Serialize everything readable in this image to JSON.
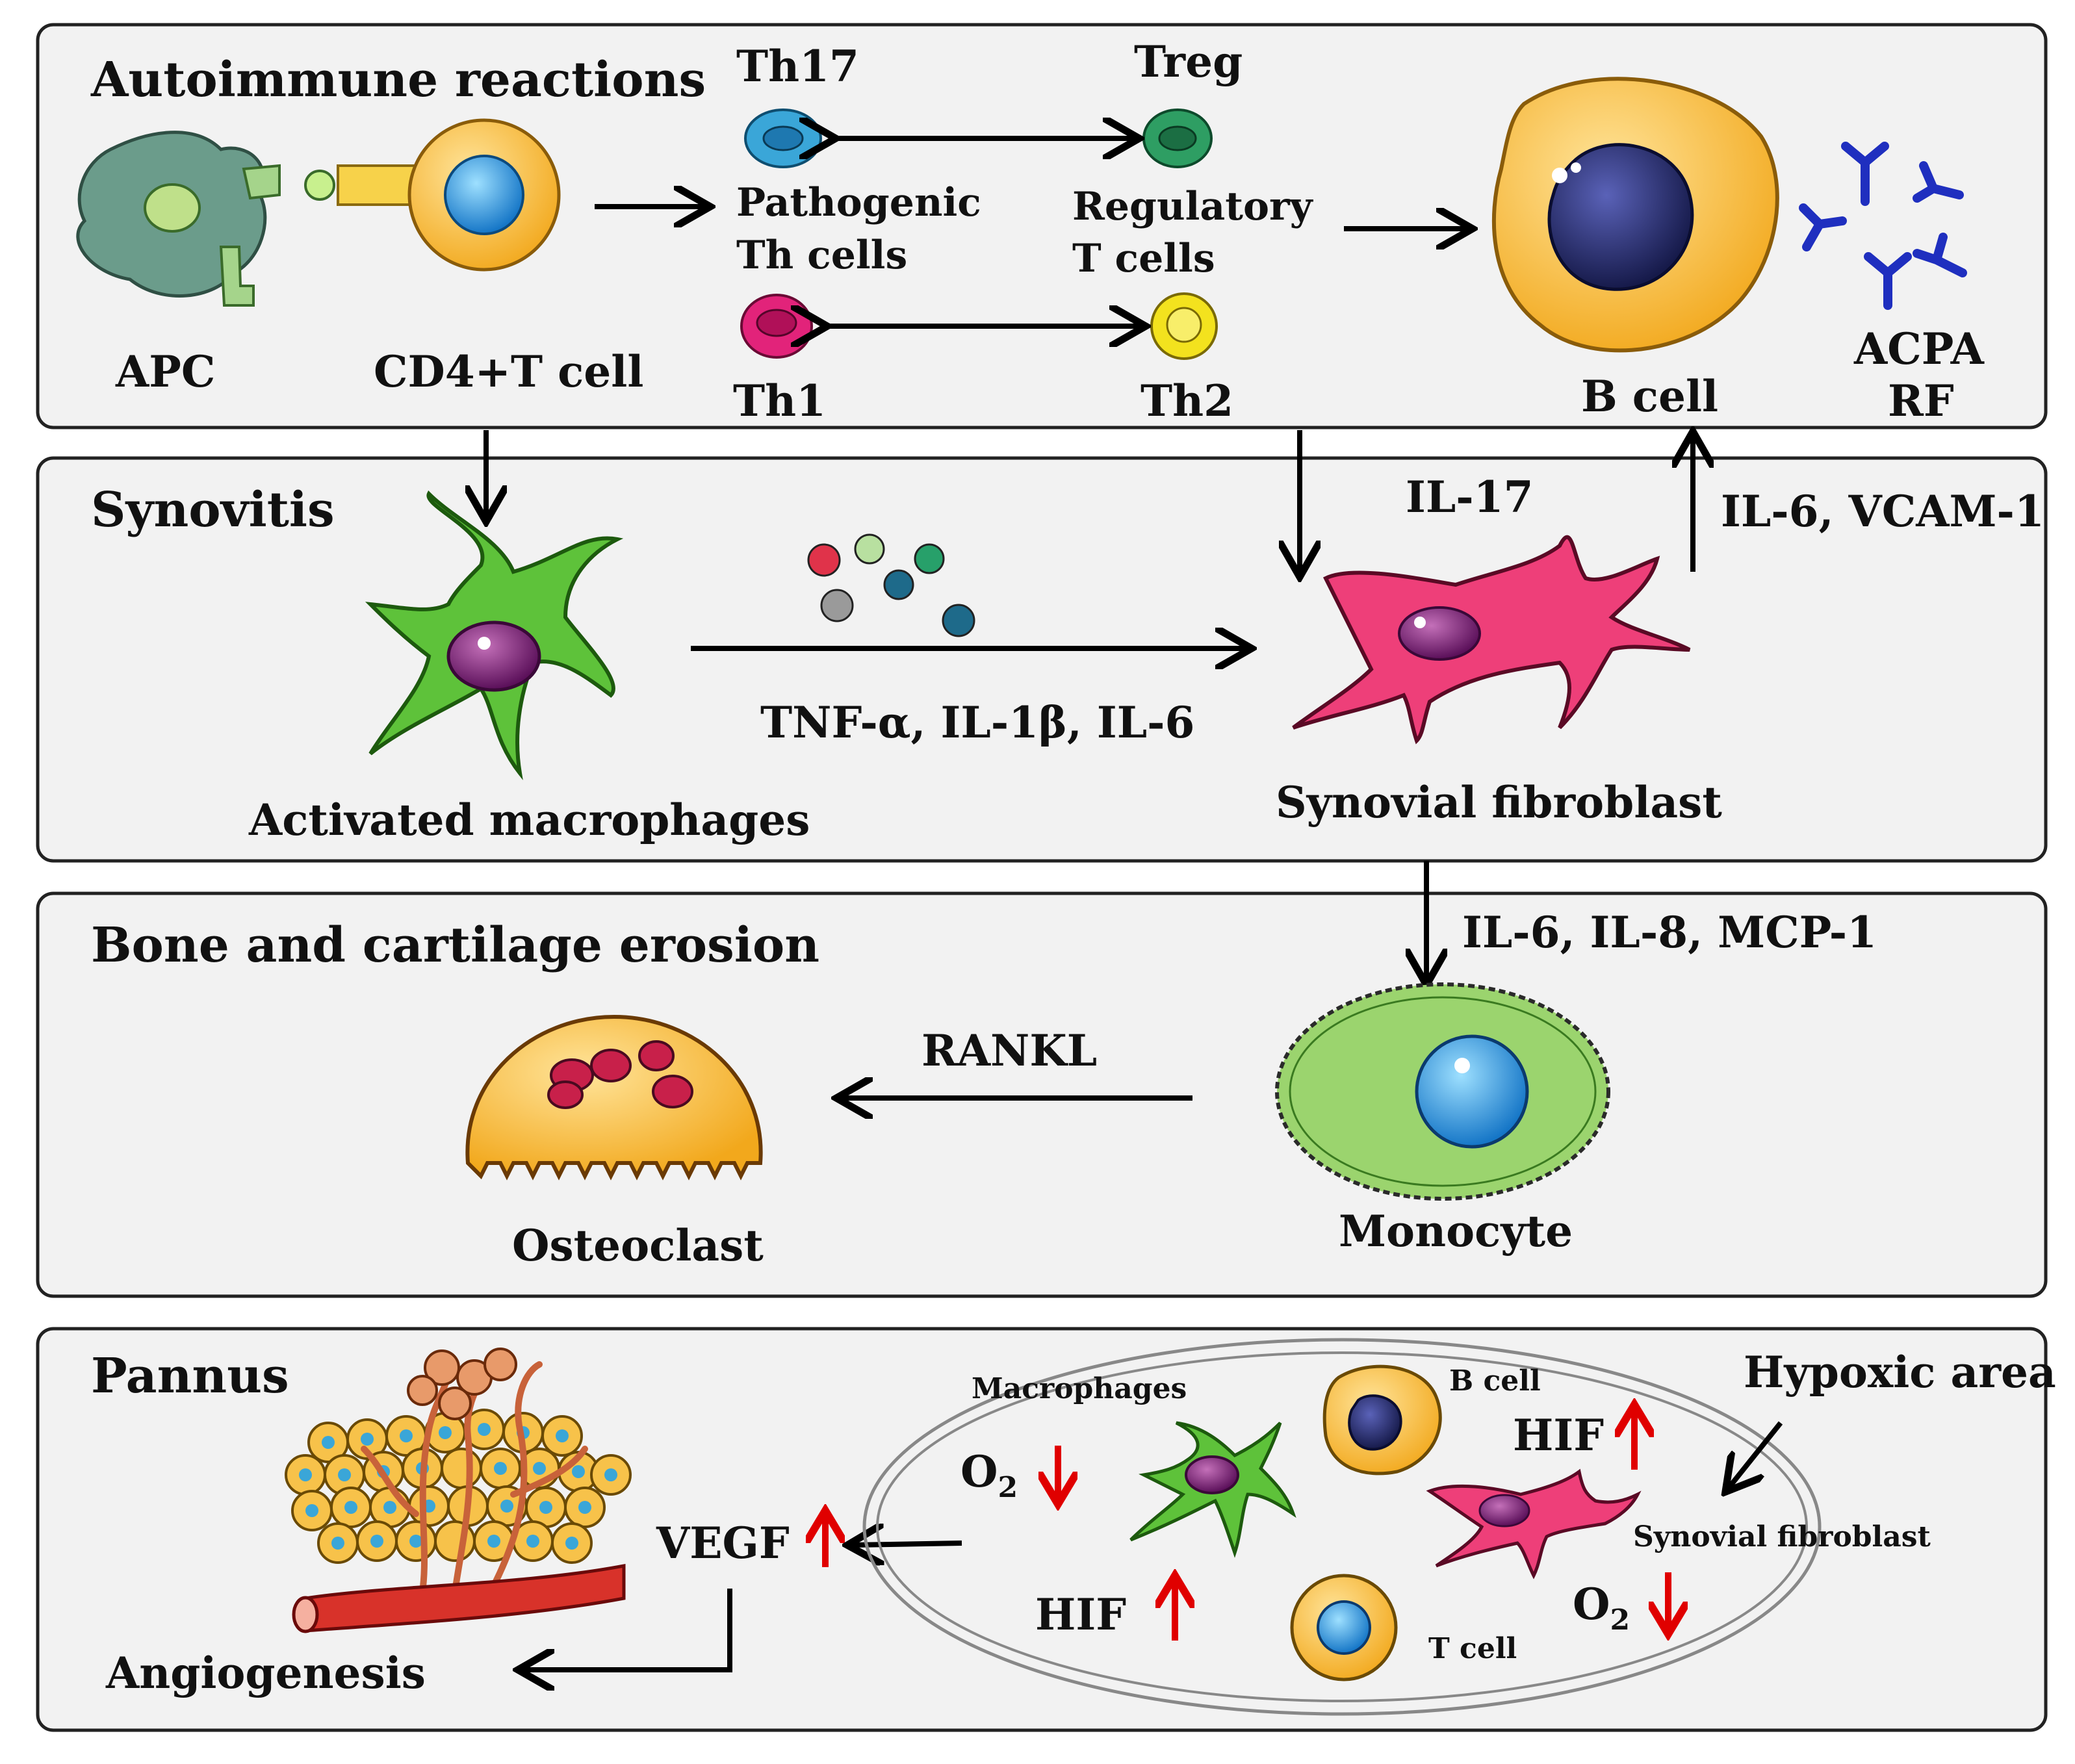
{
  "panels": {
    "autoimmune": {
      "title": "Autoimmune reactions",
      "apc": "APC",
      "cd4": "CD4+T cell",
      "th17": "Th17",
      "treg": "Treg",
      "pathogenic_1": "Pathogenic",
      "pathogenic_2": "Th cells",
      "regulatory_1": "Regulatory",
      "regulatory_2": "T cells",
      "th1": "Th1",
      "th2": "Th2",
      "bcell": "B cell",
      "acpa": "ACPA",
      "rf": "RF"
    },
    "synovitis": {
      "title": "Synovitis",
      "il17": "IL-17",
      "il6_vcam": "IL-6, VCAM-1",
      "cytokines": "TNF-α, IL-1β, IL-6",
      "macrophages": "Activated macrophages",
      "fibroblast": "Synovial fibroblast"
    },
    "erosion": {
      "title": "Bone and cartilage erosion",
      "chemokines": "IL-6, IL-8, MCP-1",
      "rankl": "RANKL",
      "osteoclast": "Osteoclast",
      "monocyte": "Monocyte"
    },
    "pannus": {
      "title": "Pannus",
      "angiogenesis": "Angiogenesis",
      "vegf": "VEGF",
      "macrophages": "Macrophages",
      "o2_left": "O",
      "o2_sub": "2",
      "hif_left": "HIF",
      "bcell": "B cell",
      "hif_right": "HIF",
      "hypoxic": "Hypoxic area",
      "fibroblast": "Synovial fibroblast",
      "o2_right": "O",
      "o2_right_sub": "2",
      "tcell": "T cell"
    }
  },
  "colors": {
    "panel_bg": "#f2f2f2",
    "up_down_arrows": "#e00000",
    "th17": "#3aa6d8",
    "treg": "#2e9e63",
    "th1": "#e2237a",
    "th2": "#f3e21e",
    "macrophage": "#5ec23a",
    "fibroblast": "#ee3f79",
    "monocyte": "#9bd46e",
    "osteoclast": "#f7b24b",
    "bcell": "#f7c24a",
    "nucleus_dark": "#2b2f6b",
    "antibody": "#1f2fbf"
  }
}
